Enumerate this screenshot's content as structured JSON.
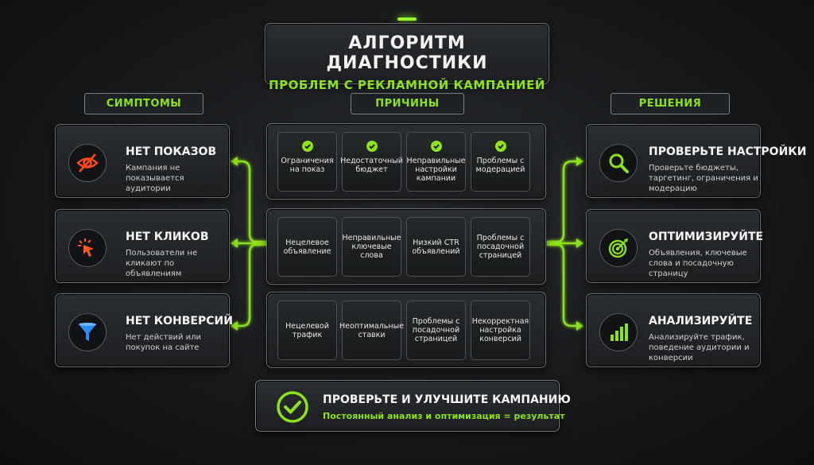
{
  "title": {
    "main": "АЛГОРИТМ ДИАГНОСТИКИ",
    "sub": "ПРОБЛЕМ С РЕКЛАМНОЙ КАМПАНИЕЙ"
  },
  "columns": {
    "symptoms": "СИМПТОМЫ",
    "causes": "ПРИЧИНЫ",
    "solutions": "РЕШЕНИЯ"
  },
  "symptoms": [
    {
      "title": "НЕТ ПОКАЗОВ",
      "desc": "Кампания не показывается аудитории",
      "icon": "eye-off-icon"
    },
    {
      "title": "НЕТ КЛИКОВ",
      "desc": "Пользователи не кликают по объявлениям",
      "icon": "cursor-click-icon"
    },
    {
      "title": "НЕТ КОНВЕРСИЙ",
      "desc": "Нет действий или покупок на сайте",
      "icon": "funnel-icon"
    }
  ],
  "causes": [
    [
      "Ограничения на показ",
      "Недостаточный бюджет",
      "Неправильные настройки кампании",
      "Проблемы с модерацией"
    ],
    [
      "Нецелевое объявление",
      "Неправильные ключевые слова",
      "Низкий CTR объявлений",
      "Проблемы с посадочной страницей"
    ],
    [
      "Нецелевой трафик",
      "Неоптимальные ставки",
      "Проблемы с посадочной страницей",
      "Некорректная настройка конверсий"
    ]
  ],
  "solutions": [
    {
      "title": "ПРОВЕРЬТЕ НАСТРОЙКИ",
      "desc": "Проверьте бюджеты, таргетинг, ограничения и модерацию",
      "icon": "search-icon"
    },
    {
      "title": "ОПТИМИЗИРУЙТЕ",
      "desc": "Объявления, ключевые слова и посадочную страницу",
      "icon": "target-icon"
    },
    {
      "title": "АНАЛИЗИРУЙТЕ",
      "desc": "Анализируйте трафик, поведение аудитории и конверсии",
      "icon": "bar-chart-icon"
    }
  ],
  "bottom": {
    "title": "ПРОВЕРЬТЕ И УЛУЧШИТЕ КАМПАНИЮ",
    "sub": "Постоянный анализ и оптимизация = результат",
    "icon": "check-circle-icon"
  },
  "colors": {
    "accent": "#8ee21a",
    "danger": "#ff4a1c",
    "info": "#2a8cff"
  }
}
